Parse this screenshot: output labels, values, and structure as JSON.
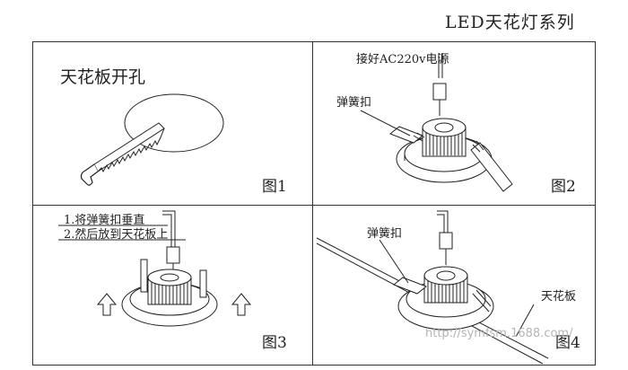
{
  "header": {
    "title": "LED天花灯系列"
  },
  "panels": {
    "p1": {
      "caption": "天花板开孔",
      "fig": "图1"
    },
    "p2": {
      "power_label": "接好AC220v电源",
      "clip_label": "弹簧扣",
      "fig": "图2"
    },
    "p3": {
      "step1": "1.将弹簧扣垂直",
      "step2": "2.然后放到天花板上",
      "fig": "图3"
    },
    "p4": {
      "clip_label": "弹簧扣",
      "ceiling_label": "天花板",
      "fig": "图4"
    }
  },
  "watermark": "http://symfsm.1688.com/",
  "colors": {
    "line": "#222222",
    "border": "#333333",
    "watermark": "#b5b5b5"
  }
}
